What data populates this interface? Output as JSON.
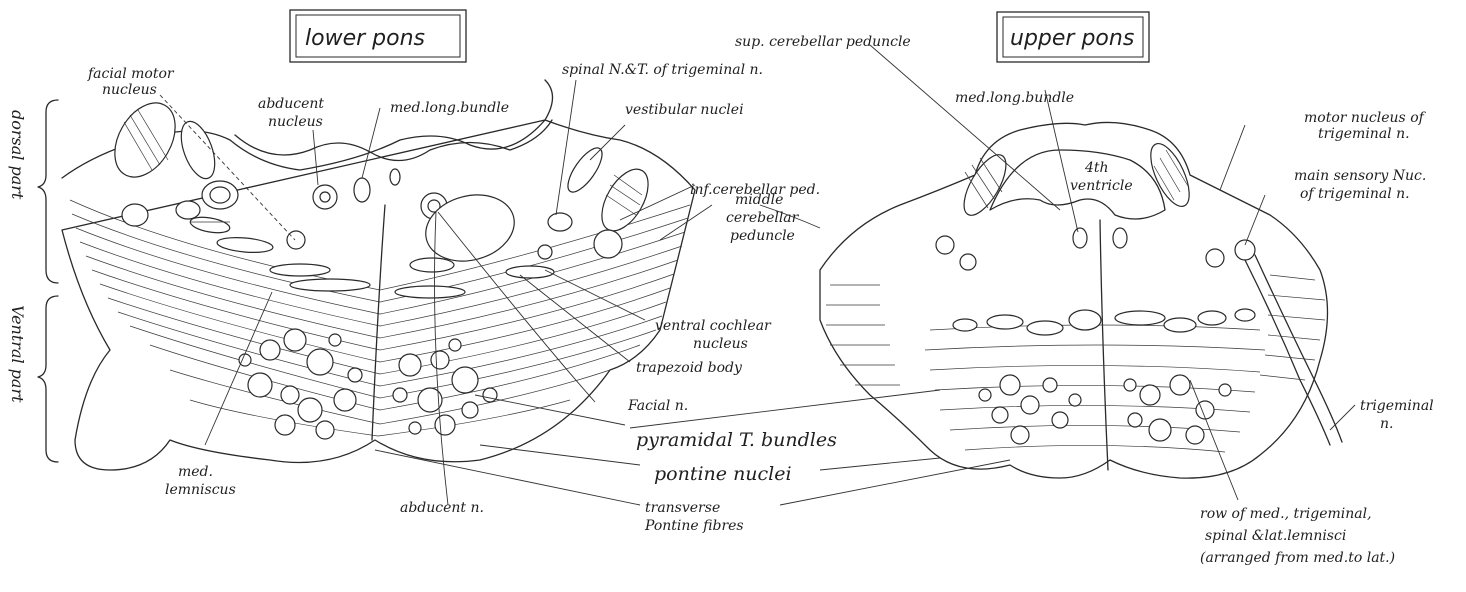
{
  "titles": {
    "lower": "lower pons",
    "upper": "upper pons"
  },
  "side_labels": {
    "dorsal": "dorsal part",
    "ventral": "Ventral part"
  },
  "labels": {
    "facial_motor": [
      "facial motor",
      "nucleus"
    ],
    "abducent_nucleus": [
      "abducent",
      "nucleus"
    ],
    "med_long_bundle_lower": "med.long.bundle",
    "spinal_nt": "spinal N.&T. of trigeminal n.",
    "vestibular": "vestibular nuclei",
    "inf_cerebellar": "inf.cerebellar ped.",
    "middle_cerebellar": [
      "middle",
      "cerebellar",
      "peduncle"
    ],
    "ventral_cochlear": [
      "ventral cochlear",
      "nucleus"
    ],
    "trapezoid": "trapezoid body",
    "facial_n": "Facial n.",
    "pyramidal": "pyramidal T. bundles",
    "pontine_nuclei": "pontine nuclei",
    "transverse": [
      "transverse",
      "Pontine fibres"
    ],
    "med_lemniscus": [
      "med.",
      "lemniscus"
    ],
    "abducent_n": "abducent n.",
    "sup_cerebellar": "sup. cerebellar peduncle",
    "med_long_bundle_upper": "med.long.bundle",
    "fourth_ventricle": [
      "4th",
      "ventricle"
    ],
    "motor_trigeminal": [
      "motor nucleus of",
      "trigeminal n."
    ],
    "main_sensory": [
      "main sensory Nuc.",
      "of trigeminal n."
    ],
    "trigeminal_n": [
      "trigeminal",
      "n."
    ],
    "row_lemnisci": [
      "row of med., trigeminal,",
      "spinal &lat.lemnisci",
      "(arranged from med.to lat.)"
    ]
  }
}
